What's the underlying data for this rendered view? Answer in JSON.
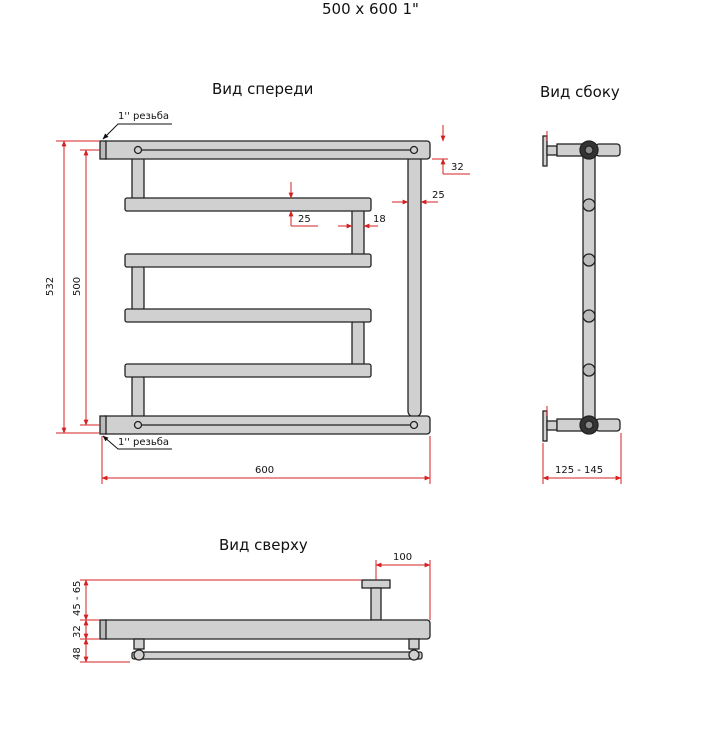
{
  "title": "500 x 600 1\"",
  "views": {
    "front": "Вид спереди",
    "side": "Вид сбоку",
    "top": "Вид сверху"
  },
  "front": {
    "thread_top": "1'' резьба",
    "thread_bottom": "1'' резьба",
    "height_total": "532",
    "height_inner": "500",
    "width": "600",
    "dim_32": "32",
    "dim_25_right": "25",
    "dim_25_inner": "25",
    "dim_18": "18"
  },
  "side": {
    "depth": "125 - 145"
  },
  "top": {
    "dim_100": "100",
    "dim_45_65": "45 - 65",
    "dim_32": "32",
    "dim_48": "48"
  },
  "colors": {
    "pipe_fill": "#d0d0d0",
    "pipe_stroke": "#222222",
    "dimension": "#d42020"
  }
}
